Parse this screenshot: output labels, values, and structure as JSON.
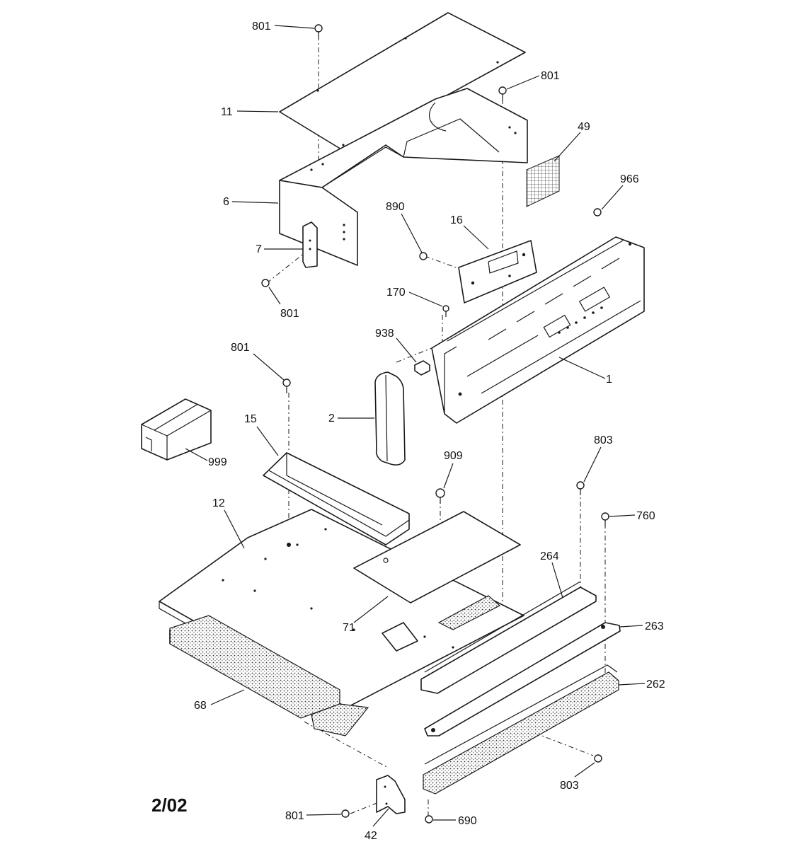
{
  "diagram": {
    "date_code": "2/02",
    "callouts": [
      {
        "id": "801a",
        "text": "801"
      },
      {
        "id": "11",
        "text": "11"
      },
      {
        "id": "801b",
        "text": "801"
      },
      {
        "id": "49",
        "text": "49"
      },
      {
        "id": "966",
        "text": "966"
      },
      {
        "id": "6",
        "text": "6"
      },
      {
        "id": "890",
        "text": "890"
      },
      {
        "id": "16",
        "text": "16"
      },
      {
        "id": "7",
        "text": "7"
      },
      {
        "id": "801c",
        "text": "801"
      },
      {
        "id": "170",
        "text": "170"
      },
      {
        "id": "938",
        "text": "938"
      },
      {
        "id": "801d",
        "text": "801"
      },
      {
        "id": "1",
        "text": "1"
      },
      {
        "id": "2",
        "text": "2"
      },
      {
        "id": "15",
        "text": "15"
      },
      {
        "id": "999",
        "text": "999"
      },
      {
        "id": "909",
        "text": "909"
      },
      {
        "id": "803a",
        "text": "803"
      },
      {
        "id": "12",
        "text": "12"
      },
      {
        "id": "760",
        "text": "760"
      },
      {
        "id": "264",
        "text": "264"
      },
      {
        "id": "71",
        "text": "71"
      },
      {
        "id": "263",
        "text": "263"
      },
      {
        "id": "262",
        "text": "262"
      },
      {
        "id": "68",
        "text": "68"
      },
      {
        "id": "803b",
        "text": "803"
      },
      {
        "id": "801e",
        "text": "801"
      },
      {
        "id": "690",
        "text": "690"
      },
      {
        "id": "42",
        "text": "42"
      }
    ]
  }
}
